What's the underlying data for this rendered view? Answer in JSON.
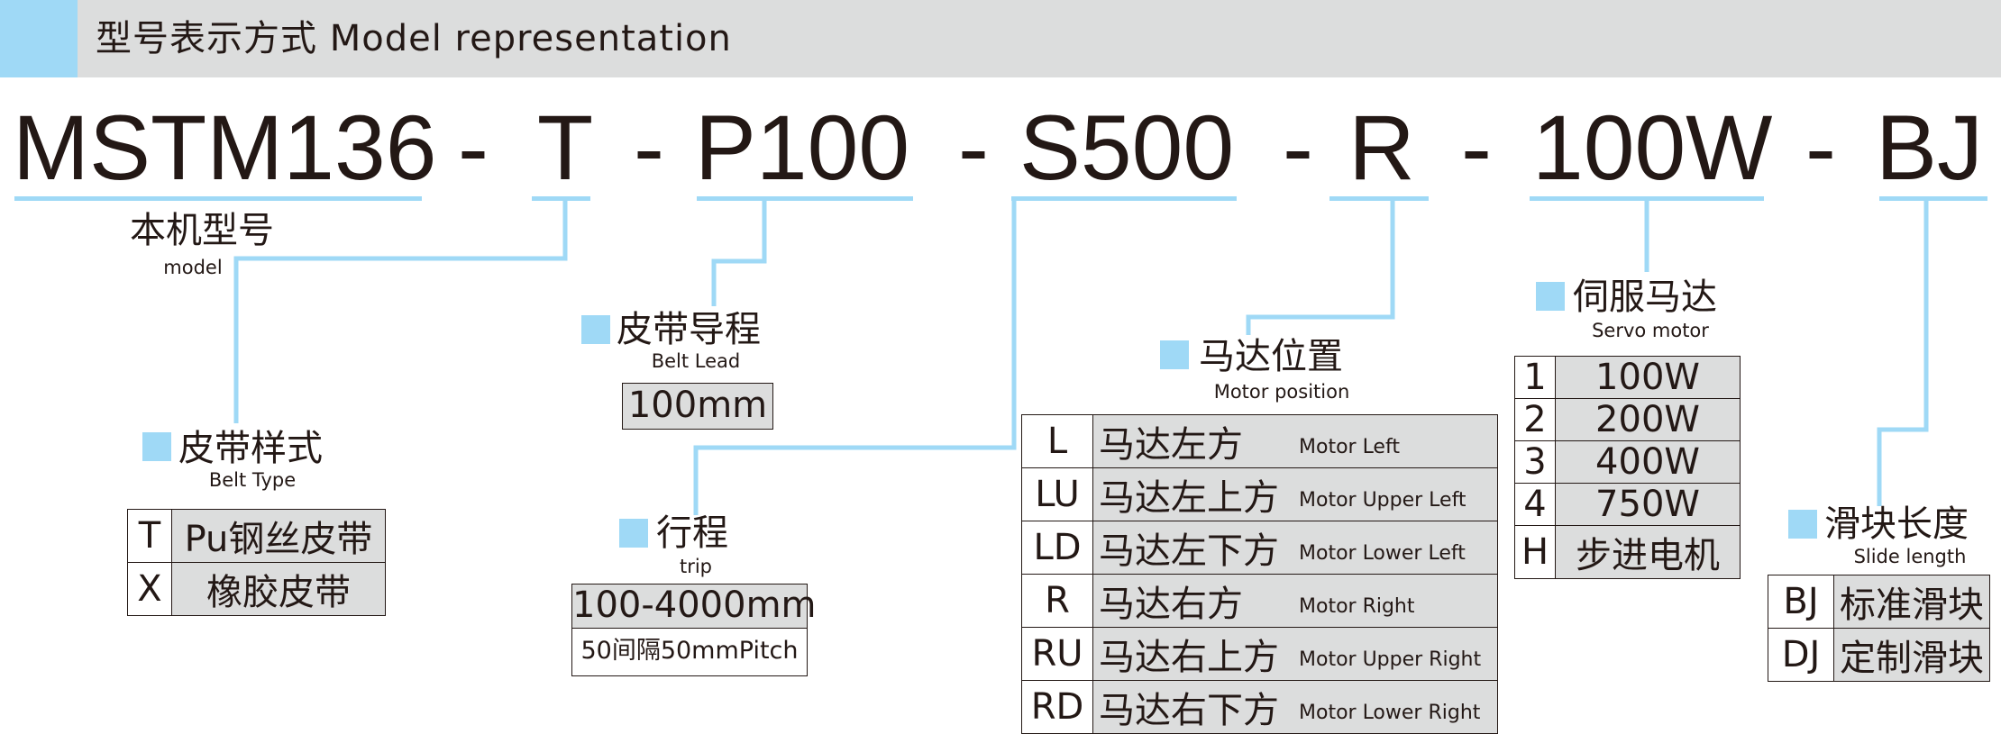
{
  "header": {
    "title": "型号表示方式  Model representation"
  },
  "code": {
    "seg1": "MSTM136",
    "seg2": "T",
    "seg3": "P100",
    "seg4": "S500",
    "seg5": "R",
    "seg6": "100W",
    "seg7": "BJ",
    "separator": "-"
  },
  "model": {
    "zh": "本机型号",
    "en": "model"
  },
  "belt_type": {
    "zh": "皮带样式",
    "en": "Belt Type",
    "rows": [
      {
        "key": "T",
        "value": "Pu钢丝皮带"
      },
      {
        "key": "X",
        "value": "橡胶皮带"
      }
    ]
  },
  "belt_lead": {
    "zh": "皮带导程",
    "en": "Belt Lead",
    "value": "100mm"
  },
  "trip": {
    "zh": "行程",
    "en": "trip",
    "range": "100-4000mm",
    "pitch": "50间隔50mmPitch"
  },
  "motor_position": {
    "zh": "马达位置",
    "en": "Motor position",
    "rows": [
      {
        "key": "L",
        "zh": "马达左方",
        "en": "Motor Left"
      },
      {
        "key": "LU",
        "zh": "马达左上方",
        "en": "Motor Upper Left"
      },
      {
        "key": "LD",
        "zh": "马达左下方",
        "en": "Motor Lower Left"
      },
      {
        "key": "R",
        "zh": "马达右方",
        "en": "Motor Right"
      },
      {
        "key": "RU",
        "zh": "马达右上方",
        "en": "Motor Upper Right"
      },
      {
        "key": "RD",
        "zh": "马达右下方",
        "en": "Motor Lower Right"
      }
    ]
  },
  "servo_motor": {
    "zh": "伺服马达",
    "en": "Servo motor",
    "rows": [
      {
        "key": "1",
        "value": "100W"
      },
      {
        "key": "2",
        "value": "200W"
      },
      {
        "key": "3",
        "value": "400W"
      },
      {
        "key": "4",
        "value": "750W"
      },
      {
        "key": "H",
        "value": "步进电机"
      }
    ]
  },
  "slide_length": {
    "zh": "滑块长度",
    "en": "Slide length",
    "rows": [
      {
        "key": "BJ",
        "value": "标准滑块"
      },
      {
        "key": "DJ",
        "value": "定制滑块"
      }
    ]
  },
  "colors": {
    "accent": "#9fd9f6",
    "header_bg": "#dcdddd",
    "cell_bg": "#dcdddd",
    "text": "#231815"
  }
}
